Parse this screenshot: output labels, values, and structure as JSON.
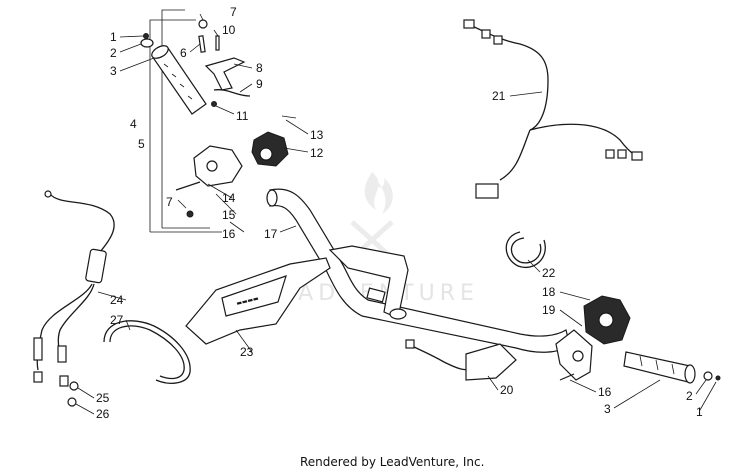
{
  "diagram": {
    "credit": "Rendered by LeadVenture, Inc.",
    "watermark": "LEADVENTURE",
    "callouts": [
      {
        "id": "c1a",
        "label": "1"
      },
      {
        "id": "c2a",
        "label": "2"
      },
      {
        "id": "c3a",
        "label": "3"
      },
      {
        "id": "c4",
        "label": "4"
      },
      {
        "id": "c5",
        "label": "5"
      },
      {
        "id": "c6",
        "label": "6"
      },
      {
        "id": "c7a",
        "label": "7"
      },
      {
        "id": "c7b",
        "label": "7"
      },
      {
        "id": "c8",
        "label": "8"
      },
      {
        "id": "c9",
        "label": "9"
      },
      {
        "id": "c10",
        "label": "10"
      },
      {
        "id": "c11",
        "label": "11"
      },
      {
        "id": "c12",
        "label": "12"
      },
      {
        "id": "c13",
        "label": "13"
      },
      {
        "id": "c14",
        "label": "14"
      },
      {
        "id": "c15",
        "label": "15"
      },
      {
        "id": "c16a",
        "label": "16"
      },
      {
        "id": "c16b",
        "label": "16"
      },
      {
        "id": "c17",
        "label": "17"
      },
      {
        "id": "c18",
        "label": "18"
      },
      {
        "id": "c19",
        "label": "19"
      },
      {
        "id": "c20",
        "label": "20"
      },
      {
        "id": "c21",
        "label": "21"
      },
      {
        "id": "c22",
        "label": "22"
      },
      {
        "id": "c23",
        "label": "23"
      },
      {
        "id": "c24",
        "label": "24"
      },
      {
        "id": "c25",
        "label": "25"
      },
      {
        "id": "c26",
        "label": "26"
      },
      {
        "id": "c27",
        "label": "27"
      },
      {
        "id": "c2b",
        "label": "2"
      },
      {
        "id": "c1b",
        "label": "1"
      },
      {
        "id": "c3b",
        "label": "3"
      }
    ]
  }
}
